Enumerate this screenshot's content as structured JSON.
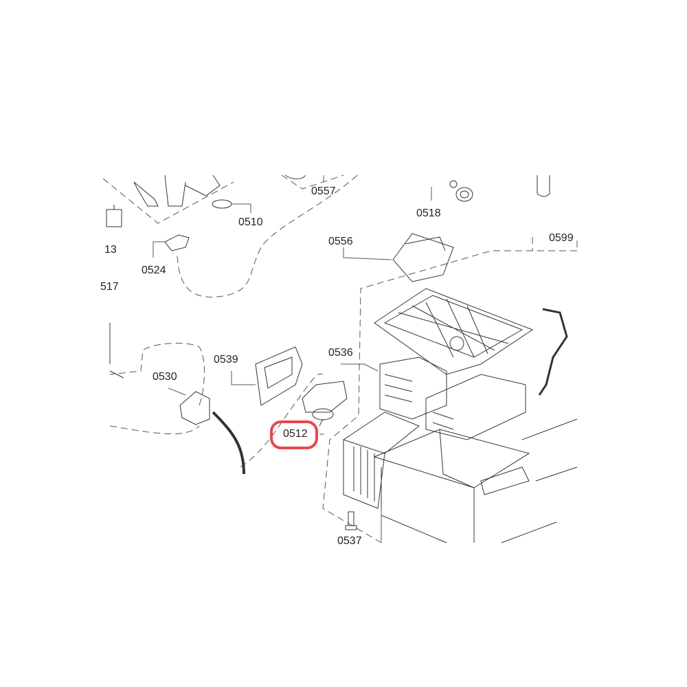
{
  "diagram": {
    "highlight_color": "#e8474f",
    "highlighted_part": "0512",
    "labels": {
      "p0557": "0557",
      "p0510": "0510",
      "p0518": "0518",
      "p13": "13",
      "p0524": "0524",
      "p517": "517",
      "p0556": "0556",
      "p0599": "0599",
      "p0536": "0536",
      "p0539": "0539",
      "p0530": "0530",
      "p0512": "0512",
      "p0537": "0537"
    }
  }
}
